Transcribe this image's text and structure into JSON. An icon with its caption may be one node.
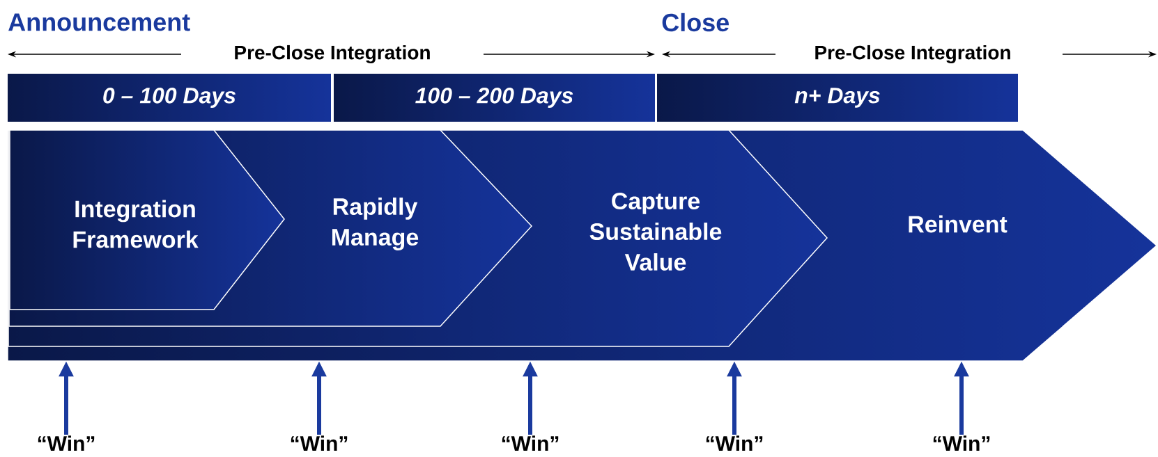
{
  "diagram": {
    "nodes": [
      {
        "text": [
          "0 – 100 Days"
        ]
      },
      {
        "text": [
          "100 – 200 Days"
        ]
      },
      {
        "text": [
          "n+ Days"
        ]
      },
      {
        "text": [
          "Reinvent"
        ]
      },
      {
        "text": [
          "Capture Sustainable Value"
        ],
        "in": 3
      },
      {
        "text": [
          "Rapidly Manage"
        ],
        "in": 4
      },
      {
        "text": [
          "Integration Framework"
        ],
        "in": 5
      },
      {
        "text": [
          "“Win”"
        ]
      },
      {
        "text": [
          "“Win”"
        ]
      },
      {
        "text": [
          "“Win”"
        ]
      },
      {
        "text": [
          "“Win”"
        ]
      },
      {
        "text": [
          "“Win”"
        ]
      }
    ],
    "edges": [
      {
        "from": 7,
        "to": 3,
        "arrow": "to"
      },
      {
        "from": 8,
        "to": 3,
        "arrow": "to"
      },
      {
        "from": 9,
        "to": 3,
        "arrow": "to"
      },
      {
        "from": 10,
        "to": 3,
        "arrow": "to"
      },
      {
        "from": 11,
        "to": 3,
        "arrow": "to"
      }
    ],
    "labels": [
      "Announcement",
      "Close",
      "Pre-Close Integration",
      "Pre-Close Integration"
    ]
  }
}
